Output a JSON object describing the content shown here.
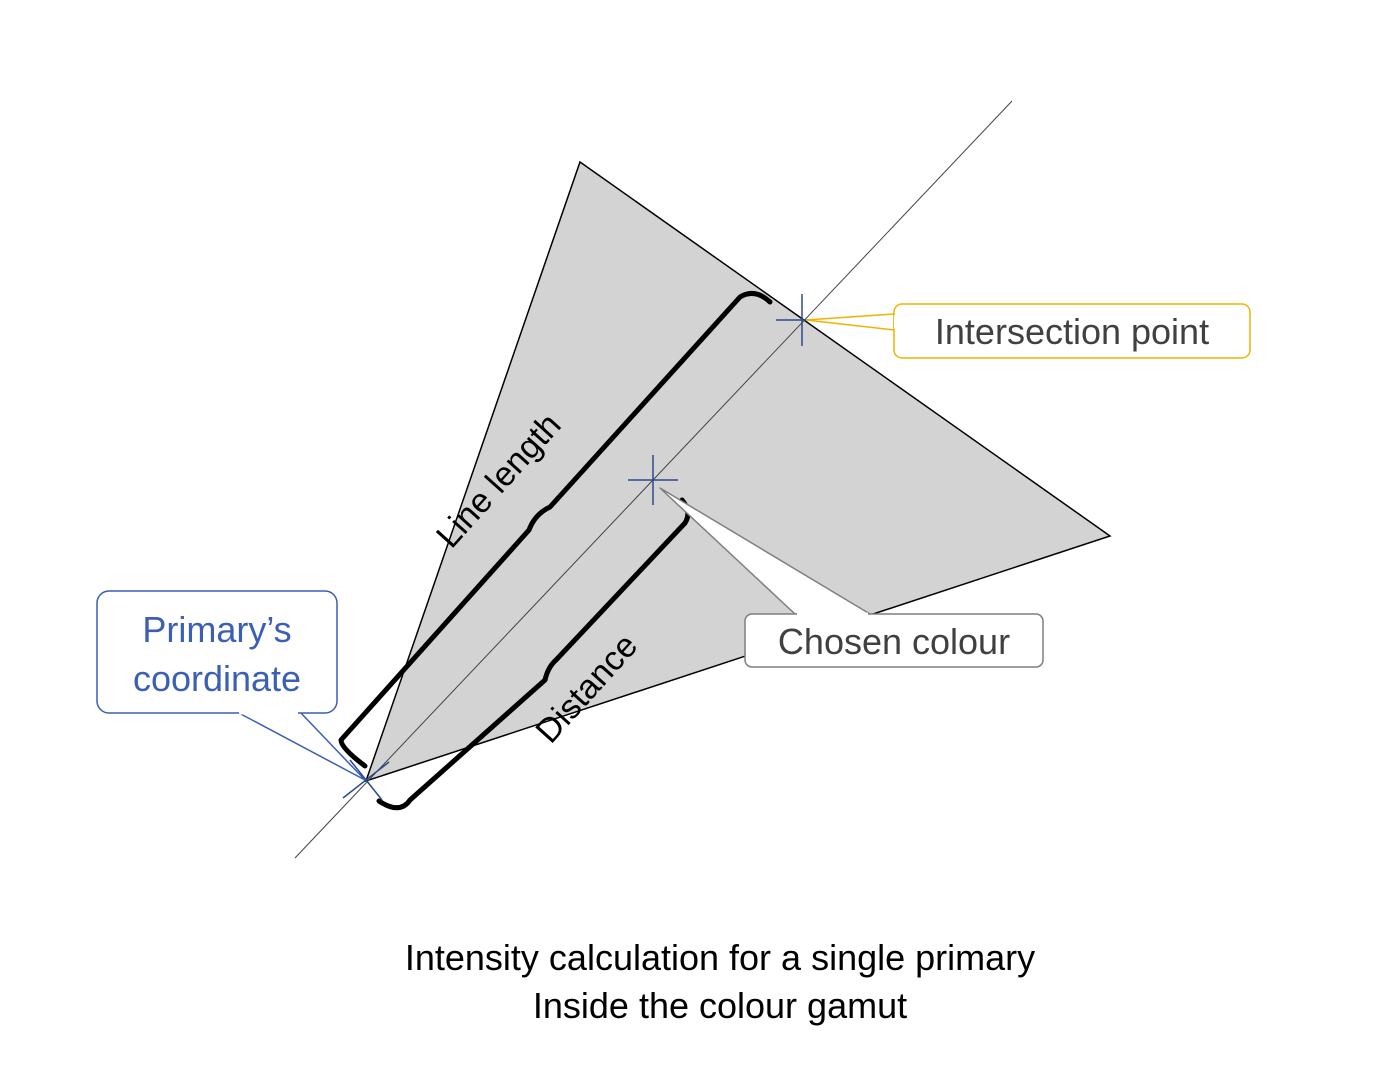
{
  "diagram": {
    "labels": {
      "intersection_point": "Intersection point",
      "chosen_colour": "Chosen colour",
      "primary_coordinate_line1": "Primary’s",
      "primary_coordinate_line2": "coordinate",
      "line_length": "Line length",
      "distance": "Distance"
    },
    "caption": {
      "line1": "Intensity calculation for a single primary",
      "line2": "Inside the colour gamut"
    },
    "colors": {
      "gamut_fill": "#d3d3d3",
      "outline": "#000000",
      "marker": "#2c4a8a",
      "intersection_callout": "#f0b400",
      "chosen_callout": "#7f7f7f",
      "primary_callout": "#3a5fb5",
      "callout_text_dark": "#404040",
      "callout_text_blue": "#3a5fb5"
    }
  }
}
